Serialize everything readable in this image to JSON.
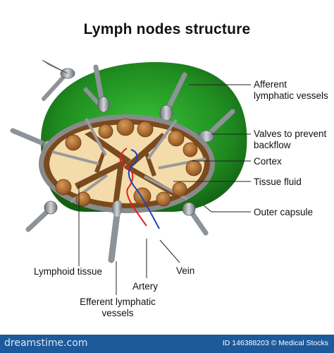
{
  "diagram": {
    "title": "Lymph nodes structure",
    "labels": {
      "afferent": "Afferent\nlymphatic vessels",
      "valves": "Valves to prevent\nbackflow",
      "cortex": "Cortex",
      "tissue_fluid": "Tissue fluid",
      "outer_capsule": "Outer capsule",
      "lymphoid_tissue": "Lymphoid tissue",
      "vein": "Vein",
      "artery": "Artery",
      "efferent": "Efferent lymphatic\nvessels"
    },
    "colors": {
      "capsule_green": "#1f8a1f",
      "outer_gray": "#8a8a8a",
      "cortex_brown": "#7a4a1e",
      "fluid_beige": "#f3dcaa",
      "follicle_brown": "#a8652b",
      "artery_red": "#e02020",
      "vein_blue": "#2040c0",
      "vessel_gray": "#9aa0a6"
    }
  },
  "footer": {
    "logo": "dreamstime.com",
    "id_text": "ID 146388203",
    "credit": "© Medical Stocks"
  }
}
